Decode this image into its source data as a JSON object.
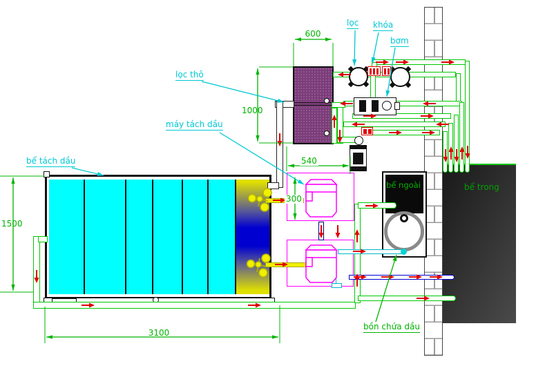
{
  "labels": {
    "loc": "lọc",
    "khoa": "khóa",
    "bom": "bơm",
    "loc_tho": "lọc thô",
    "may_tach_dau": "máy tách dầu",
    "be_tach_dau": "bể tách dầu",
    "be_ngoai": "bể ngoài",
    "be_trong": "bể trong",
    "bon_chua_dau": "bồn chứa dầu"
  },
  "dimensions": {
    "top_width": "600",
    "filter_height": "1000",
    "mid_width": "540",
    "separator_height": "300",
    "tank_height": "1500",
    "tank_width": "3100"
  },
  "colors": {
    "pipe_green": "#00c800",
    "annotation_green": "#00b400",
    "label_cyan": "#00c8d4",
    "tank_cyan": "#00ffff",
    "machine_magenta": "#ff00ff",
    "coarse_filter_purple": "#7b3d79",
    "oil_yellow": "#f0f000",
    "oil_pipe_blue": "#0000d0",
    "flow_arrow_red": "#e00000"
  }
}
